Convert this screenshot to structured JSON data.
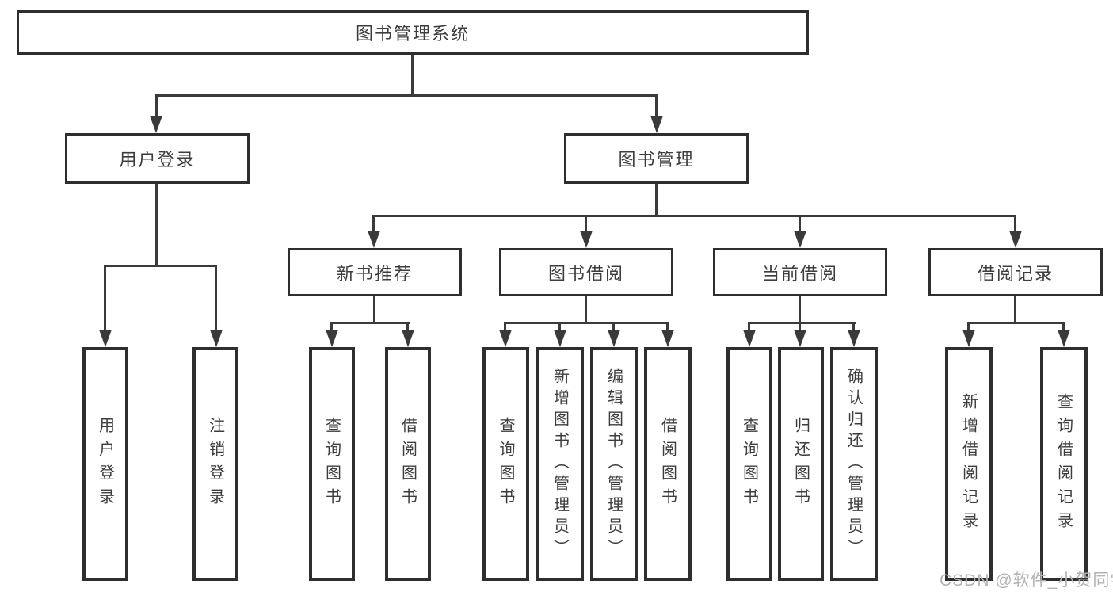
{
  "diagram": {
    "type": "hierarchy-tree",
    "title": "图书管理系统"
  },
  "nodes": {
    "root": {
      "label": "图书管理系统"
    },
    "user_login": {
      "label": "用户登录"
    },
    "book_mgmt": {
      "label": "图书管理"
    },
    "new_book_rec": {
      "label": "新书推荐"
    },
    "book_borrow": {
      "label": "图书借阅"
    },
    "current_borrow": {
      "label": "当前借阅"
    },
    "borrow_records": {
      "label": "借阅记录"
    },
    "leaf_user_login": {
      "label": "用户登录"
    },
    "leaf_logout": {
      "label": "注销登录"
    },
    "leaf_nbr_query_book": {
      "label": "查询图书"
    },
    "leaf_nbr_borrow_book": {
      "label": "借阅图书"
    },
    "leaf_bb_query_book": {
      "label": "查询图书"
    },
    "leaf_bb_add_book": {
      "label": "新增图书（管理员）"
    },
    "leaf_bb_edit_book": {
      "label": "编辑图书（管理员）"
    },
    "leaf_bb_borrow_book": {
      "label": "借阅图书"
    },
    "leaf_cb_query_book": {
      "label": "查询图书"
    },
    "leaf_cb_return_book": {
      "label": "归还图书"
    },
    "leaf_cb_confirm_return": {
      "label": "确认归还（管理员）"
    },
    "leaf_br_add_record": {
      "label": "新增借阅记录"
    },
    "leaf_br_query_record": {
      "label": "查询借阅记录"
    }
  },
  "hierarchy": {
    "图书管理系统": {
      "用户登录": [
        "用户登录",
        "注销登录"
      ],
      "图书管理": {
        "新书推荐": [
          "查询图书",
          "借阅图书"
        ],
        "图书借阅": [
          "查询图书",
          "新增图书（管理员）",
          "编辑图书（管理员）",
          "借阅图书"
        ],
        "当前借阅": [
          "查询图书",
          "归还图书",
          "确认归还（管理员）"
        ],
        "借阅记录": [
          "新增借阅记录",
          "查询借阅记录"
        ]
      }
    }
  },
  "watermark": {
    "text": "CSDN @软件_小贺同学"
  },
  "colors": {
    "line": "#3a3a3a",
    "box_border": "#2e2e2e",
    "text": "#3d3d3d",
    "watermark": "#b3b3b3",
    "background": "#ffffff"
  }
}
